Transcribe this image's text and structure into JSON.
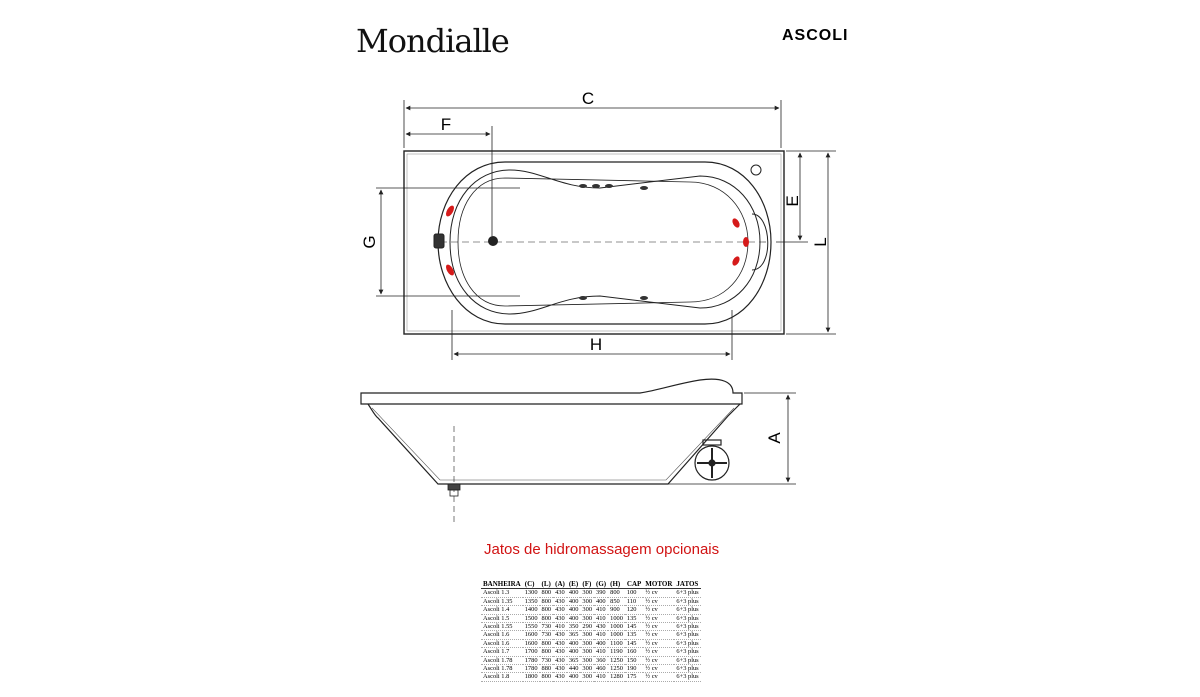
{
  "header": {
    "brand_logo": "Mondialle",
    "model_name": "ASCOLI"
  },
  "dimension_labels": {
    "c": "C",
    "f": "F",
    "e": "E",
    "l": "L",
    "g": "G",
    "h": "H",
    "a": "A"
  },
  "note": "Jatos de hidromassagem opcionais",
  "spec_table": {
    "headers": [
      "BANHEIRA",
      "(C)",
      "(L)",
      "(A)",
      "(E)",
      "(F)",
      "(G)",
      "(H)",
      "CAP",
      "MOTOR",
      "JATOS"
    ],
    "rows": [
      [
        "Ascoli 1.3",
        "1300",
        "800",
        "430",
        "400",
        "300",
        "390",
        "800",
        "100",
        "½ cv",
        "6+3 plus"
      ],
      [
        "Ascoli 1.35",
        "1350",
        "800",
        "430",
        "400",
        "300",
        "400",
        "850",
        "110",
        "½ cv",
        "6+3 plus"
      ],
      [
        "Ascoli 1.4",
        "1400",
        "800",
        "430",
        "400",
        "300",
        "410",
        "900",
        "120",
        "½ cv",
        "6+3 plus"
      ],
      [
        "Ascoli 1.5",
        "1500",
        "800",
        "430",
        "400",
        "300",
        "410",
        "1000",
        "135",
        "½ cv",
        "6+3 plus"
      ],
      [
        "Ascoli 1.55",
        "1550",
        "730",
        "410",
        "350",
        "290",
        "430",
        "1000",
        "145",
        "½ cv",
        "6+3 plus"
      ],
      [
        "Ascoli 1.6",
        "1600",
        "730",
        "430",
        "365",
        "300",
        "410",
        "1000",
        "135",
        "½ cv",
        "6+3 plus"
      ],
      [
        "Ascoli 1.6",
        "1600",
        "800",
        "430",
        "400",
        "300",
        "400",
        "1100",
        "145",
        "½ cv",
        "6+3 plus"
      ],
      [
        "Ascoli 1.7",
        "1700",
        "800",
        "430",
        "400",
        "300",
        "410",
        "1190",
        "160",
        "½ cv",
        "6+3 plus"
      ],
      [
        "Ascoli 1.78",
        "1780",
        "730",
        "430",
        "365",
        "300",
        "360",
        "1250",
        "150",
        "½ cv",
        "6+3 plus"
      ],
      [
        "Ascoli 1.78",
        "1780",
        "880",
        "430",
        "440",
        "300",
        "460",
        "1250",
        "190",
        "½ cv",
        "6+3 plus"
      ],
      [
        "Ascoli 1.8",
        "1800",
        "800",
        "430",
        "400",
        "300",
        "410",
        "1280",
        "175",
        "½ cv",
        "6+3 plus"
      ]
    ]
  },
  "colors": {
    "jet_red": "#d51a1a",
    "note_red": "#d11313",
    "line": "#222222"
  }
}
